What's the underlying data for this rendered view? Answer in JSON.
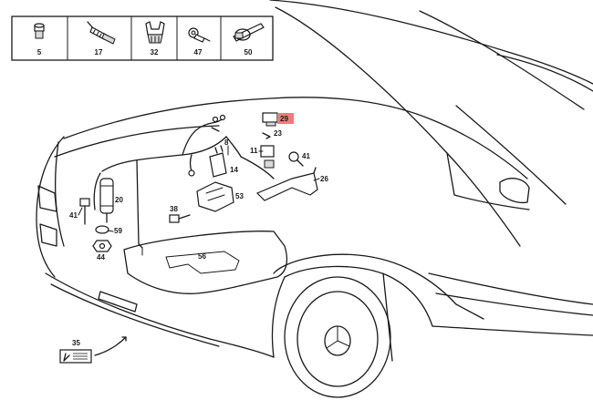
{
  "legend": [
    {
      "number": "5",
      "icon": "bolt-icon"
    },
    {
      "number": "17",
      "icon": "cable-connector-icon"
    },
    {
      "number": "32",
      "icon": "clip-icon"
    },
    {
      "number": "47",
      "icon": "screw-washer-icon"
    },
    {
      "number": "50",
      "icon": "cable-tie-icon"
    }
  ],
  "callouts": {
    "p29": "29",
    "p23": "23",
    "p41a": "41",
    "p11": "11",
    "p8": "8",
    "p14": "14",
    "p26": "26",
    "p20": "20",
    "p53": "53",
    "p38": "38",
    "p41b": "41",
    "p59": "59",
    "p44": "44",
    "p56": "56",
    "p35": "35"
  },
  "highlight": {
    "part": "29",
    "color": "#f07a7a"
  }
}
